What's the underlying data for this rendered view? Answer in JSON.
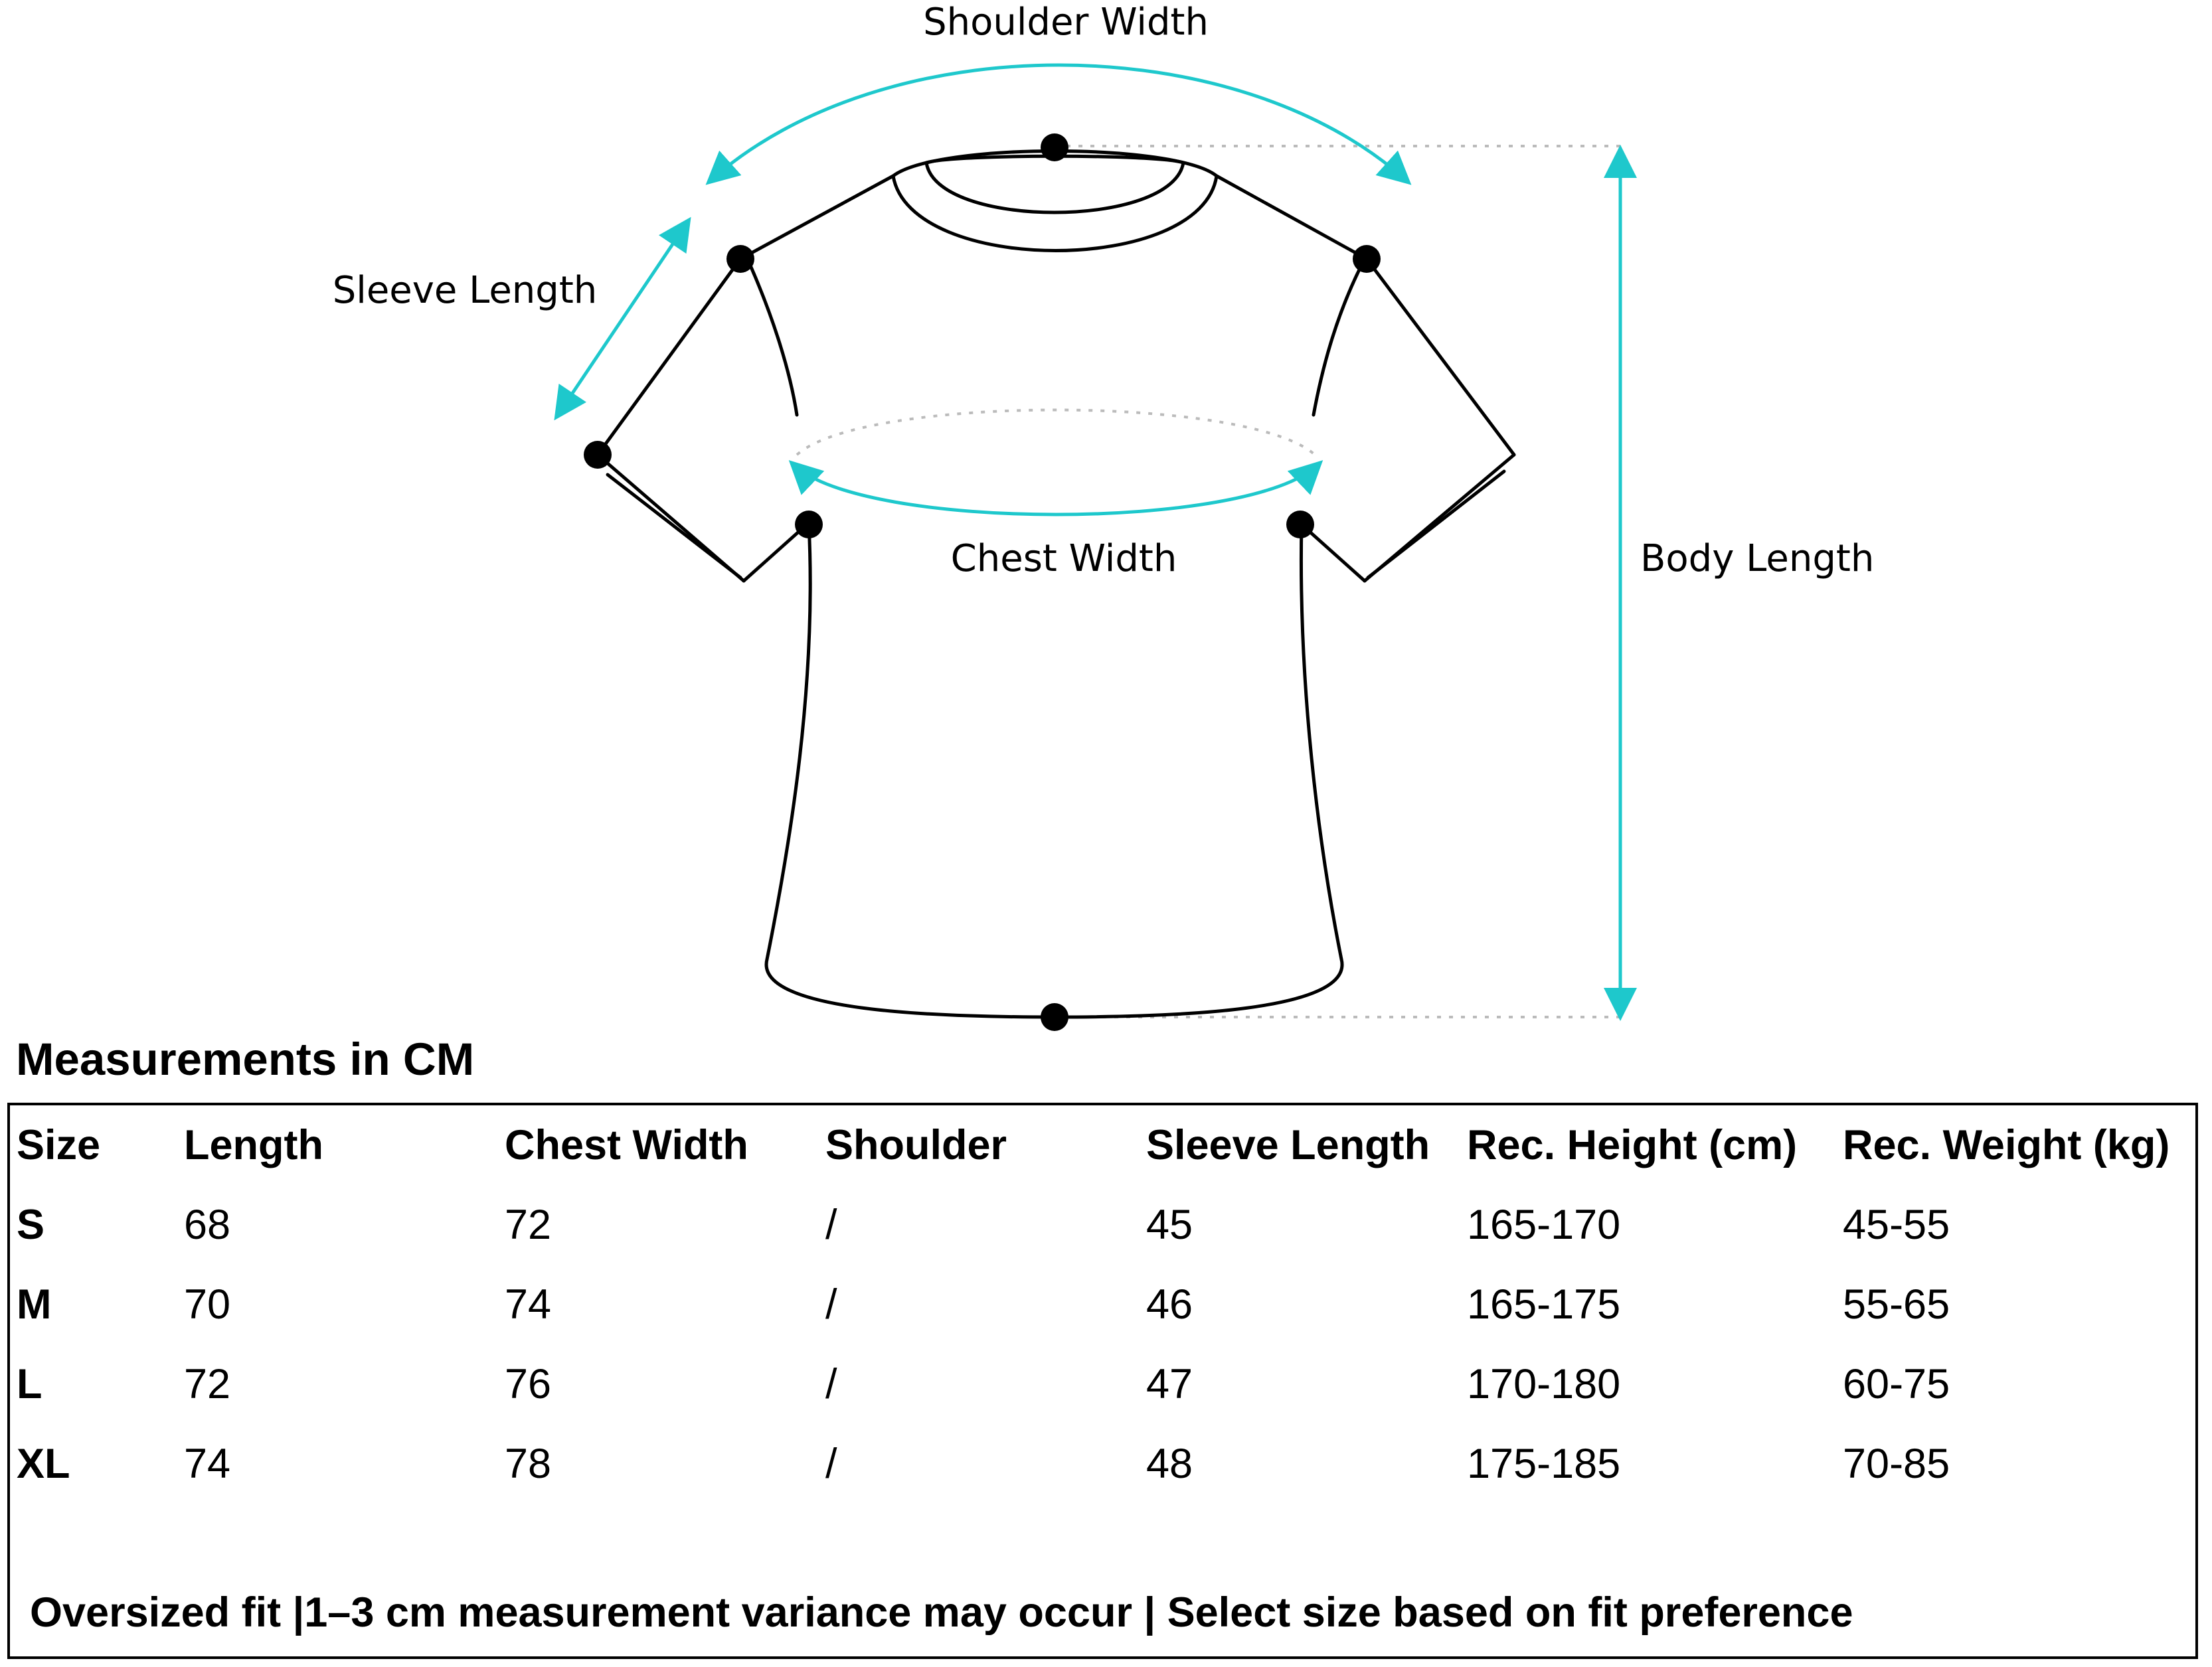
{
  "diagram": {
    "labels": {
      "shoulder_width": "Shoulder Width",
      "sleeve_length": "Sleeve Length",
      "chest_width": "Chest Width",
      "body_length": "Body Length"
    },
    "colors": {
      "outline": "#000000",
      "arrow": "#1ec8cc",
      "guide": "#bbbbbb"
    }
  },
  "table": {
    "title": "Measurements in CM",
    "headers": [
      "Size",
      "Length",
      "Chest Width",
      "Shoulder",
      "Sleeve Length",
      "Rec. Height (cm)",
      "Rec. Weight (kg)"
    ],
    "rows": [
      [
        "S",
        "68",
        "72",
        "/",
        "45",
        "165-170",
        "45-55"
      ],
      [
        "M",
        "70",
        "74",
        "/",
        "46",
        "165-175",
        "55-65"
      ],
      [
        "L",
        "72",
        "76",
        "/",
        "47",
        "170-180",
        "60-75"
      ],
      [
        "XL",
        "74",
        "78",
        "/",
        "48",
        "175-185",
        "70-85"
      ]
    ],
    "footer": "Oversized fit |1–3 cm measurement variance may occur | Select size based on fit preference"
  }
}
